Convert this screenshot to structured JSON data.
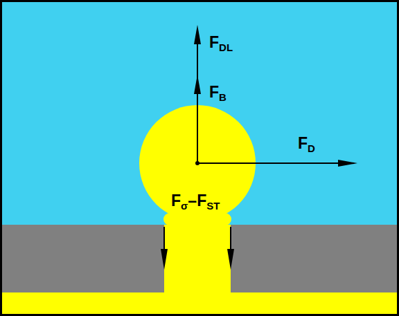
{
  "diagram": {
    "labels": [
      "F",
      "DL",
      "F",
      "B",
      "F",
      "D",
      "F",
      "σ",
      "–",
      "F",
      "ST"
    ]
  }
}
